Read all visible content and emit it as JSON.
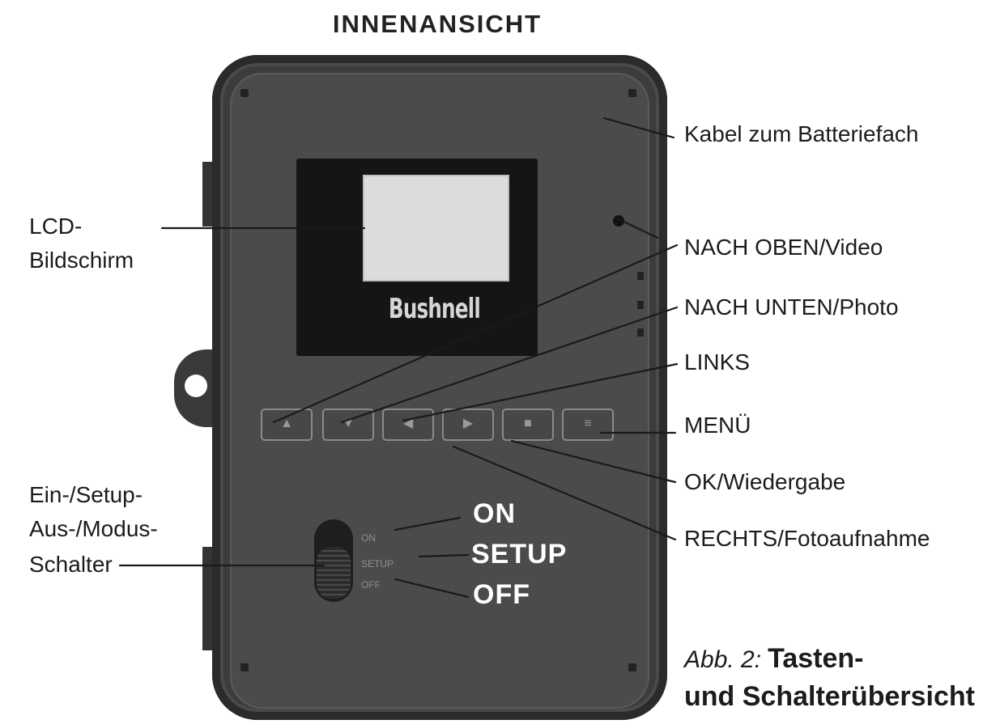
{
  "title": "INNENANSICHT",
  "brand": "Bushnell",
  "labels": {
    "cable": "Kabel zum Batteriefach",
    "lcd_1": "LCD-",
    "lcd_2": "Bildschirm",
    "up": "NACH OBEN/Video",
    "down": "NACH UNTEN/Photo",
    "left": "LINKS",
    "menu": "MENÜ",
    "ok": "OK/Wiedergabe",
    "right": "RECHTS/Fotoaufnahme",
    "switch_1": "Ein-/Setup-",
    "switch_2": "Aus-/Modus-",
    "switch_3": "Schalter"
  },
  "switch_positions": {
    "on": "ON",
    "setup": "SETUP",
    "off": "OFF"
  },
  "caption": {
    "prefix": "Abb. 2:",
    "line1": "Tasten-",
    "line2": "und Schalterübersicht"
  },
  "colors": {
    "housing": "#3c3c3c",
    "screen_frame": "#151515",
    "lcd": "#dcdcdc",
    "leader": "#1a1a1a"
  }
}
